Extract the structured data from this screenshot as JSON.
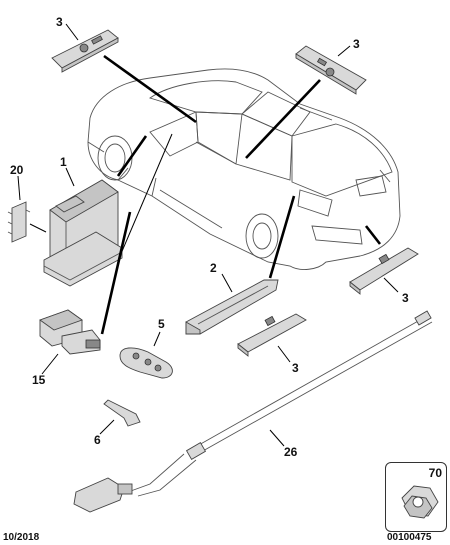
{
  "callouts": {
    "c3_top_left": "3",
    "c3_top_right": "3",
    "c20": "20",
    "c1": "1",
    "c2": "2",
    "c3_right": "3",
    "c3_mid": "3",
    "c5": "5",
    "c15": "15",
    "c6": "6",
    "c26": "26",
    "c70": "70"
  },
  "footer": {
    "date": "10/2018",
    "reference": "00100475"
  },
  "colors": {
    "part_fill": "#d9d9d9",
    "part_stroke": "#444444",
    "leader": "#000000"
  }
}
